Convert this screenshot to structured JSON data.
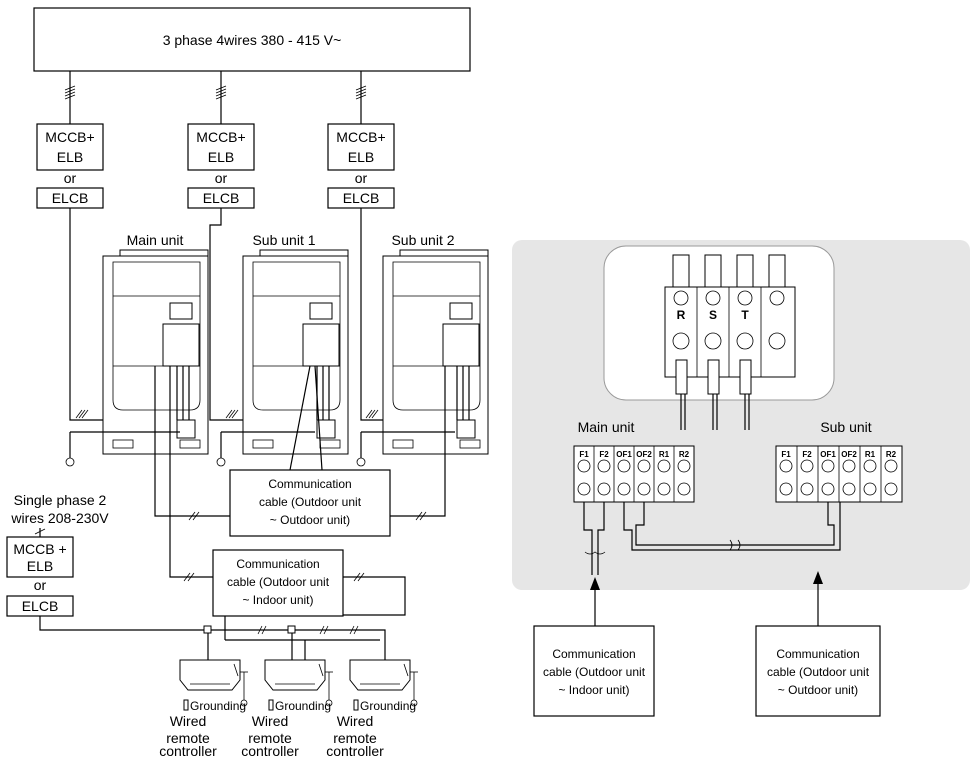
{
  "power_supply": {
    "label": "3 phase 4wires 380 - 415 V~"
  },
  "breakers": [
    {
      "line1": "MCCB+",
      "line2": "ELB",
      "or": "or",
      "alt": "ELCB"
    },
    {
      "line1": "MCCB+",
      "line2": "ELB",
      "or": "or",
      "alt": "ELCB"
    },
    {
      "line1": "MCCB+",
      "line2": "ELB",
      "or": "or",
      "alt": "ELCB"
    }
  ],
  "units": {
    "main": "Main unit",
    "sub1": "Sub unit 1",
    "sub2": "Sub unit 2"
  },
  "single_phase": {
    "line1": "Single phase 2",
    "line2": "wires 208-230V"
  },
  "single_breaker": {
    "line1": "MCCB +",
    "line2": "ELB",
    "or": "or",
    "alt": "ELCB"
  },
  "comm_outdoor": {
    "line1": "Communication",
    "line2": "cable (Outdoor unit",
    "line3": "~ Outdoor unit)"
  },
  "comm_indoor": {
    "line1": "Communication",
    "line2": "cable (Outdoor unit",
    "line3": "~ Indoor unit)"
  },
  "indoor": [
    {
      "grounding": "Grounding",
      "wired1": "Wired",
      "wired2": "remote",
      "wired3": "controller"
    },
    {
      "grounding": "Grounding",
      "wired1": "Wired",
      "wired2": "remote",
      "wired3": "controller"
    },
    {
      "grounding": "Grounding",
      "wired1": "Wired",
      "wired2": "remote",
      "wired3": "controller"
    }
  ],
  "terminal_phases": [
    "R",
    "S",
    "T"
  ],
  "detail": {
    "main_label": "Main unit",
    "sub_label": "Sub unit",
    "terminals": [
      "F1",
      "F2",
      "OF1",
      "OF2",
      "R1",
      "R2"
    ],
    "callout_indoor": {
      "line1": "Communication",
      "line2": "cable (Outdoor unit",
      "line3": "~ Indoor unit)"
    },
    "callout_outdoor": {
      "line1": "Communication",
      "line2": "cable (Outdoor unit",
      "line3": "~ Outdoor unit)"
    }
  },
  "colors": {
    "panel_gray": "#e6e6e6"
  }
}
